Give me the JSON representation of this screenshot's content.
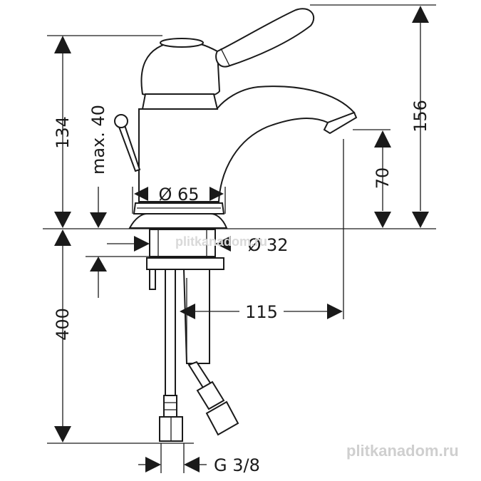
{
  "dimensions": {
    "total_height": "156",
    "body_height": "134",
    "lever_clearance": "max. 40",
    "spout_height": "70",
    "base_diameter": "Ø 65",
    "shank_diameter": "Ø 32",
    "spout_reach": "115",
    "hose_length": "400",
    "connection_thread": "G 3/8"
  },
  "watermarks": {
    "center": "plitkanadom.ru",
    "corner": "plitkanadom.ru"
  },
  "colors": {
    "line": "#1a1a1a",
    "background": "#ffffff",
    "watermark": "#d9d9d9"
  }
}
